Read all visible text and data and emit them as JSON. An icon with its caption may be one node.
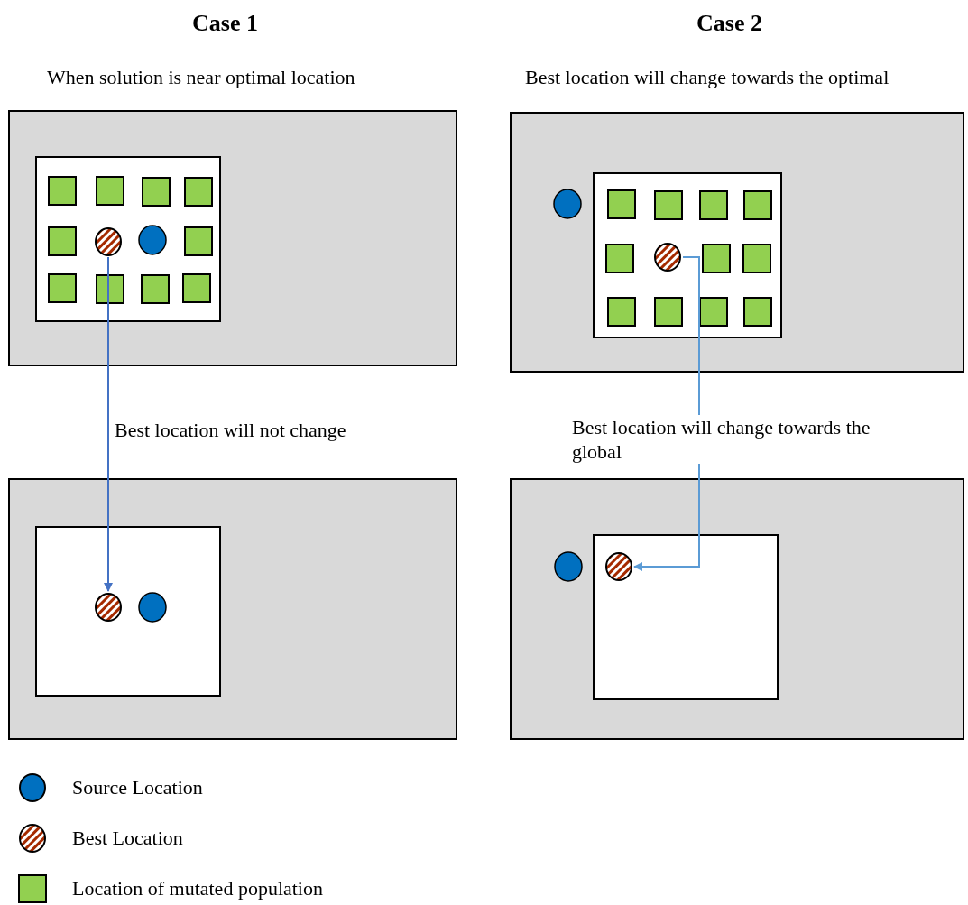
{
  "diagram": {
    "nodes": [
      {
        "text": [],
        "shape": "circle"
      },
      {
        "text": [],
        "shape": "circle"
      },
      {
        "text": [],
        "shape": "circle"
      },
      {
        "text": [],
        "shape": "circle"
      }
    ],
    "edges": [
      {
        "from": 0,
        "to": 1,
        "arrow": "to",
        "label": "Best location will not change"
      },
      {
        "from": 2,
        "to": 3,
        "arrow": "to",
        "label": "Best location will change towards the global"
      }
    ],
    "labels": [
      "Case 1",
      "Case 2",
      "When solution is near optimal location",
      "Best location will change towards the optimal"
    ],
    "legend": [
      {
        "text": "Source Location",
        "color": "#0070c0"
      },
      {
        "text": "Best Location"
      },
      {
        "text": "Location of mutated population",
        "color": "#92d050"
      }
    ]
  }
}
